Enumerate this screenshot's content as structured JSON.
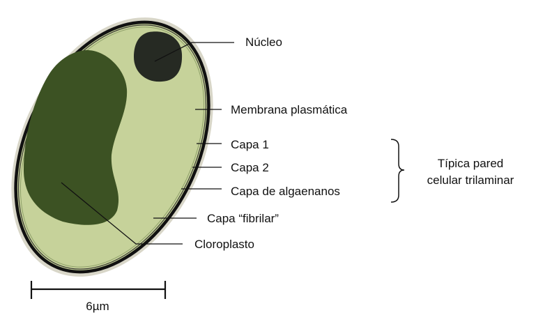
{
  "labels": {
    "nucleus": "Núcleo",
    "plasma_membrane": "Membrana plasmática",
    "layer1": "Capa 1",
    "layer2": "Capa 2",
    "algaenan_layer": "Capa de algaenanos",
    "fibrillar_layer": "Capa “fibrilar”",
    "chloroplast": "Cloroplasto",
    "bracket_line1": "Típica pared",
    "bracket_line2": "celular trilaminar",
    "scale_bar": "6µm"
  },
  "colors": {
    "cytoplasm": "#c6d29a",
    "chloroplast": "#3c5223",
    "nucleus": "#262a23",
    "wall": "#111111",
    "line": "#111111"
  }
}
